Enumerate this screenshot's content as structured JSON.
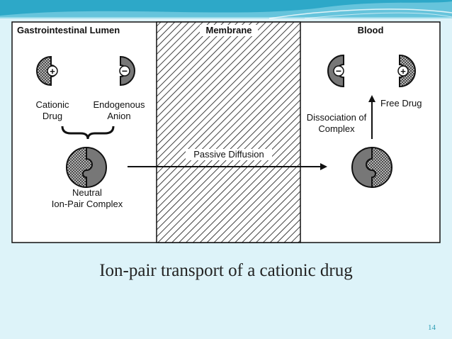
{
  "slide": {
    "caption": "Ion-pair transport of a cationic drug",
    "page_number": "14"
  },
  "diagram": {
    "regions": {
      "lumen": "Gastrointestinal Lumen",
      "membrane": "Membrane",
      "blood": "Blood"
    },
    "labels": {
      "cationic_drug_1": "Cationic",
      "cationic_drug_2": "Drug",
      "endogenous_anion_1": "Endogenous",
      "endogenous_anion_2": "Anion",
      "neutral_1": "Neutral",
      "neutral_2": "Ion-Pair Complex",
      "passive_diffusion": "Passive Diffusion",
      "dissociation_1": "Dissociation of",
      "dissociation_2": "Complex",
      "free_drug": "Free Drug"
    },
    "symbols": {
      "plus": "+",
      "minus": "−"
    }
  },
  "colors": {
    "background": "#ddf3f9",
    "band": "#2da8c8",
    "anion_fill": "#777777",
    "outline": "#111111"
  }
}
